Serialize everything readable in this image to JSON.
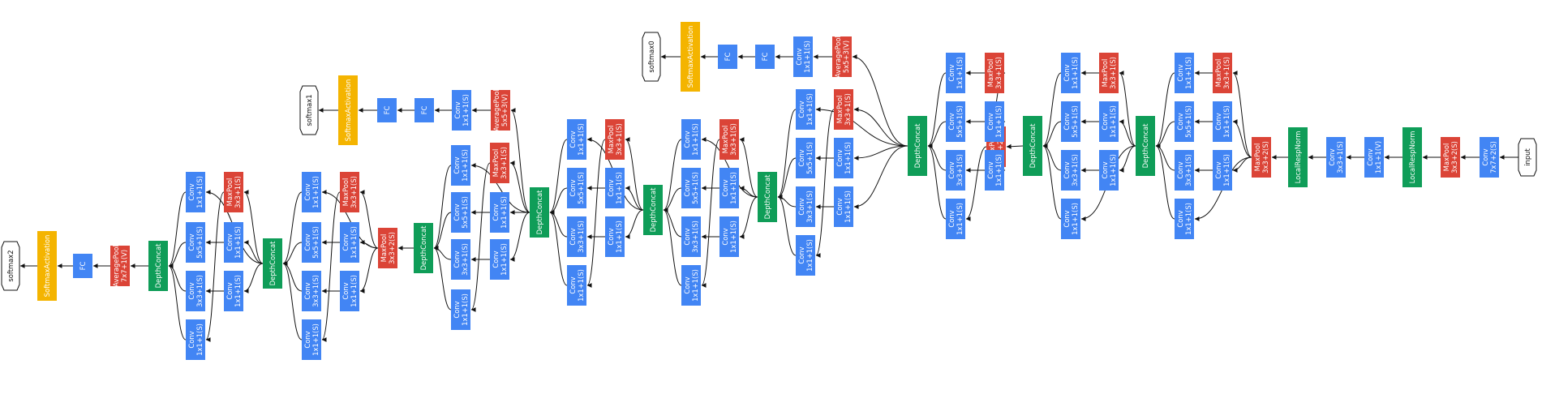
{
  "diagram": {
    "nodes": [
      {
        "id": "input",
        "type": "io",
        "lines": [
          "input"
        ]
      },
      {
        "id": "c1",
        "type": "conv",
        "lines": [
          "Conv",
          "7x7+2(S)"
        ]
      },
      {
        "id": "mp1",
        "type": "pool",
        "lines": [
          "MaxPool",
          "3x3+2(S)"
        ]
      },
      {
        "id": "lrn1",
        "type": "concat",
        "lines": [
          "LocalRespNorm"
        ]
      },
      {
        "id": "c2",
        "type": "conv",
        "lines": [
          "Conv",
          "1x1+1(V)"
        ]
      },
      {
        "id": "c3",
        "type": "conv",
        "lines": [
          "Conv",
          "3x3+1(S)"
        ]
      },
      {
        "id": "lrn2",
        "type": "concat",
        "lines": [
          "LocalRespNorm"
        ]
      },
      {
        "id": "mp2",
        "type": "pool",
        "lines": [
          "MaxPool",
          "3x3+2(S)"
        ]
      },
      {
        "id": "i3a_c1",
        "type": "conv",
        "lines": [
          "Conv",
          "1x1+1(S)"
        ]
      },
      {
        "id": "i3a_r3",
        "type": "conv",
        "lines": [
          "Conv",
          "1x1+1(S)"
        ]
      },
      {
        "id": "i3a_r5",
        "type": "conv",
        "lines": [
          "Conv",
          "1x1+1(S)"
        ]
      },
      {
        "id": "i3a_mp",
        "type": "pool",
        "lines": [
          "MaxPool",
          "3x3+1(S)"
        ]
      },
      {
        "id": "i3a_c3",
        "type": "conv",
        "lines": [
          "Conv",
          "3x3+1(S)"
        ]
      },
      {
        "id": "i3a_c5",
        "type": "conv",
        "lines": [
          "Conv",
          "5x5+1(S)"
        ]
      },
      {
        "id": "i3a_pp",
        "type": "conv",
        "lines": [
          "Conv",
          "1x1+1(S)"
        ]
      },
      {
        "id": "dc1",
        "type": "concat",
        "lines": [
          "DepthConcat"
        ]
      },
      {
        "id": "i3b_c1",
        "type": "conv",
        "lines": [
          "Conv",
          "1x1+1(S)"
        ]
      },
      {
        "id": "i3b_r3",
        "type": "conv",
        "lines": [
          "Conv",
          "1x1+1(S)"
        ]
      },
      {
        "id": "i3b_r5",
        "type": "conv",
        "lines": [
          "Conv",
          "1x1+1(S)"
        ]
      },
      {
        "id": "i3b_mp",
        "type": "pool",
        "lines": [
          "MaxPool",
          "3x3+1(S)"
        ]
      },
      {
        "id": "i3b_c3",
        "type": "conv",
        "lines": [
          "Conv",
          "3x3+1(S)"
        ]
      },
      {
        "id": "i3b_c5",
        "type": "conv",
        "lines": [
          "Conv",
          "5x5+1(S)"
        ]
      },
      {
        "id": "i3b_pp",
        "type": "conv",
        "lines": [
          "Conv",
          "1x1+1(S)"
        ]
      },
      {
        "id": "dc2",
        "type": "concat",
        "lines": [
          "DepthConcat"
        ]
      },
      {
        "id": "mp3",
        "type": "pool",
        "lines": [
          "MaxPool",
          "3x3+2(S)"
        ]
      },
      {
        "id": "i4a_c1",
        "type": "conv",
        "lines": [
          "Conv",
          "1x1+1(S)"
        ]
      },
      {
        "id": "i4a_r3",
        "type": "conv",
        "lines": [
          "Conv",
          "1x1+1(S)"
        ]
      },
      {
        "id": "i4a_r5",
        "type": "conv",
        "lines": [
          "Conv",
          "1x1+1(S)"
        ]
      },
      {
        "id": "i4a_mp",
        "type": "pool",
        "lines": [
          "MaxPool",
          "3x3+1(S)"
        ]
      },
      {
        "id": "i4a_c3",
        "type": "conv",
        "lines": [
          "Conv",
          "3x3+1(S)"
        ]
      },
      {
        "id": "i4a_c5",
        "type": "conv",
        "lines": [
          "Conv",
          "5x5+1(S)"
        ]
      },
      {
        "id": "i4a_pp",
        "type": "conv",
        "lines": [
          "Conv",
          "1x1+1(S)"
        ]
      },
      {
        "id": "dc3",
        "type": "concat",
        "lines": [
          "DepthConcat"
        ]
      },
      {
        "id": "a0_ap",
        "type": "pool",
        "lines": [
          "AveragePool",
          "5x5+3(V)"
        ]
      },
      {
        "id": "a0_conv",
        "type": "conv",
        "lines": [
          "Conv",
          "1x1+1(S)"
        ]
      },
      {
        "id": "a0_fc1",
        "type": "conv",
        "lines": [
          "FC"
        ]
      },
      {
        "id": "a0_fc2",
        "type": "conv",
        "lines": [
          "FC"
        ]
      },
      {
        "id": "a0_sm",
        "type": "softmax",
        "lines": [
          "SoftmaxActivation"
        ]
      },
      {
        "id": "softmax0",
        "type": "io",
        "lines": [
          "softmax0"
        ]
      },
      {
        "id": "i4b_c1",
        "type": "conv",
        "lines": [
          "Conv",
          "1x1+1(S)"
        ]
      },
      {
        "id": "i4b_r3",
        "type": "conv",
        "lines": [
          "Conv",
          "1x1+1(S)"
        ]
      },
      {
        "id": "i4b_r5",
        "type": "conv",
        "lines": [
          "Conv",
          "1x1+1(S)"
        ]
      },
      {
        "id": "i4b_mp",
        "type": "pool",
        "lines": [
          "MaxPool",
          "3x3+1(S)"
        ]
      },
      {
        "id": "i4b_c3",
        "type": "conv",
        "lines": [
          "Conv",
          "3x3+1(S)"
        ]
      },
      {
        "id": "i4b_c5",
        "type": "conv",
        "lines": [
          "Conv",
          "5x5+1(S)"
        ]
      },
      {
        "id": "i4b_pp",
        "type": "conv",
        "lines": [
          "Conv",
          "1x1+1(S)"
        ]
      },
      {
        "id": "dc4",
        "type": "concat",
        "lines": [
          "DepthConcat"
        ]
      },
      {
        "id": "i4c_c1",
        "type": "conv",
        "lines": [
          "Conv",
          "1x1+1(S)"
        ]
      },
      {
        "id": "i4c_r3",
        "type": "conv",
        "lines": [
          "Conv",
          "1x1+1(S)"
        ]
      },
      {
        "id": "i4c_r5",
        "type": "conv",
        "lines": [
          "Conv",
          "1x1+1(S)"
        ]
      },
      {
        "id": "i4c_mp",
        "type": "pool",
        "lines": [
          "MaxPool",
          "3x3+1(S)"
        ]
      },
      {
        "id": "i4c_c3",
        "type": "conv",
        "lines": [
          "Conv",
          "3x3+1(S)"
        ]
      },
      {
        "id": "i4c_c5",
        "type": "conv",
        "lines": [
          "Conv",
          "5x5+1(S)"
        ]
      },
      {
        "id": "i4c_pp",
        "type": "conv",
        "lines": [
          "Conv",
          "1x1+1(S)"
        ]
      },
      {
        "id": "dc5",
        "type": "concat",
        "lines": [
          "DepthConcat"
        ]
      },
      {
        "id": "i4d_c1",
        "type": "conv",
        "lines": [
          "Conv",
          "1x1+1(S)"
        ]
      },
      {
        "id": "i4d_r3",
        "type": "conv",
        "lines": [
          "Conv",
          "1x1+1(S)"
        ]
      },
      {
        "id": "i4d_r5",
        "type": "conv",
        "lines": [
          "Conv",
          "1x1+1(S)"
        ]
      },
      {
        "id": "i4d_mp",
        "type": "pool",
        "lines": [
          "MaxPool",
          "3x3+1(S)"
        ]
      },
      {
        "id": "i4d_c3",
        "type": "conv",
        "lines": [
          "Conv",
          "3x3+1(S)"
        ]
      },
      {
        "id": "i4d_c5",
        "type": "conv",
        "lines": [
          "Conv",
          "5x5+1(S)"
        ]
      },
      {
        "id": "i4d_pp",
        "type": "conv",
        "lines": [
          "Conv",
          "1x1+1(S)"
        ]
      },
      {
        "id": "dc6",
        "type": "concat",
        "lines": [
          "DepthConcat"
        ]
      },
      {
        "id": "a1_ap",
        "type": "pool",
        "lines": [
          "AveragePool",
          "5x5+3(V)"
        ]
      },
      {
        "id": "a1_conv",
        "type": "conv",
        "lines": [
          "Conv",
          "1x1+1(S)"
        ]
      },
      {
        "id": "a1_fc1",
        "type": "conv",
        "lines": [
          "FC"
        ]
      },
      {
        "id": "a1_fc2",
        "type": "conv",
        "lines": [
          "FC"
        ]
      },
      {
        "id": "a1_sm",
        "type": "softmax",
        "lines": [
          "SoftmaxActivation"
        ]
      },
      {
        "id": "softmax1",
        "type": "io",
        "lines": [
          "softmax1"
        ]
      },
      {
        "id": "i4e_c1",
        "type": "conv",
        "lines": [
          "Conv",
          "1x1+1(S)"
        ]
      },
      {
        "id": "i4e_r3",
        "type": "conv",
        "lines": [
          "Conv",
          "1x1+1(S)"
        ]
      },
      {
        "id": "i4e_r5",
        "type": "conv",
        "lines": [
          "Conv",
          "1x1+1(S)"
        ]
      },
      {
        "id": "i4e_mp",
        "type": "pool",
        "lines": [
          "MaxPool",
          "3x3+1(S)"
        ]
      },
      {
        "id": "i4e_c3",
        "type": "conv",
        "lines": [
          "Conv",
          "3x3+1(S)"
        ]
      },
      {
        "id": "i4e_c5",
        "type": "conv",
        "lines": [
          "Conv",
          "5x5+1(S)"
        ]
      },
      {
        "id": "i4e_pp",
        "type": "conv",
        "lines": [
          "Conv",
          "1x1+1(S)"
        ]
      },
      {
        "id": "dc7",
        "type": "concat",
        "lines": [
          "DepthConcat"
        ]
      },
      {
        "id": "mp4",
        "type": "pool",
        "lines": [
          "MaxPool",
          "3x3+2(S)"
        ]
      },
      {
        "id": "i5a_c1",
        "type": "conv",
        "lines": [
          "Conv",
          "1x1+1(S)"
        ]
      },
      {
        "id": "i5a_r3",
        "type": "conv",
        "lines": [
          "Conv",
          "1x1+1(S)"
        ]
      },
      {
        "id": "i5a_r5",
        "type": "conv",
        "lines": [
          "Conv",
          "1x1+1(S)"
        ]
      },
      {
        "id": "i5a_mp",
        "type": "pool",
        "lines": [
          "MaxPool",
          "3x3+1(S)"
        ]
      },
      {
        "id": "i5a_c3",
        "type": "conv",
        "lines": [
          "Conv",
          "3x3+1(S)"
        ]
      },
      {
        "id": "i5a_c5",
        "type": "conv",
        "lines": [
          "Conv",
          "5x5+1(S)"
        ]
      },
      {
        "id": "i5a_pp",
        "type": "conv",
        "lines": [
          "Conv",
          "1x1+1(S)"
        ]
      },
      {
        "id": "dc8",
        "type": "concat",
        "lines": [
          "DepthConcat"
        ]
      },
      {
        "id": "i5b_c1",
        "type": "conv",
        "lines": [
          "Conv",
          "1x1+1(S)"
        ]
      },
      {
        "id": "i5b_r3",
        "type": "conv",
        "lines": [
          "Conv",
          "1x1+1(S)"
        ]
      },
      {
        "id": "i5b_r5",
        "type": "conv",
        "lines": [
          "Conv",
          "1x1+1(S)"
        ]
      },
      {
        "id": "i5b_mp",
        "type": "pool",
        "lines": [
          "MaxPool",
          "3x3+1(S)"
        ]
      },
      {
        "id": "i5b_c3",
        "type": "conv",
        "lines": [
          "Conv",
          "3x3+1(S)"
        ]
      },
      {
        "id": "i5b_c5",
        "type": "conv",
        "lines": [
          "Conv",
          "5x5+1(S)"
        ]
      },
      {
        "id": "i5b_pp",
        "type": "conv",
        "lines": [
          "Conv",
          "1x1+1(S)"
        ]
      },
      {
        "id": "dc9",
        "type": "concat",
        "lines": [
          "DepthConcat"
        ]
      },
      {
        "id": "ap_final",
        "type": "pool",
        "lines": [
          "AveragePool",
          "7x7+1(V)"
        ]
      },
      {
        "id": "fc_final",
        "type": "conv",
        "lines": [
          "FC"
        ]
      },
      {
        "id": "sm_final",
        "type": "softmax",
        "lines": [
          "SoftmaxActivation"
        ]
      },
      {
        "id": "softmax2",
        "type": "io",
        "lines": [
          "softmax2"
        ]
      }
    ],
    "colors": {
      "conv": "#4285f4",
      "pool": "#db4437",
      "concat": "#0f9d58",
      "softmax": "#f4b400",
      "io": "#ffffff",
      "edge": "#111111"
    }
  }
}
